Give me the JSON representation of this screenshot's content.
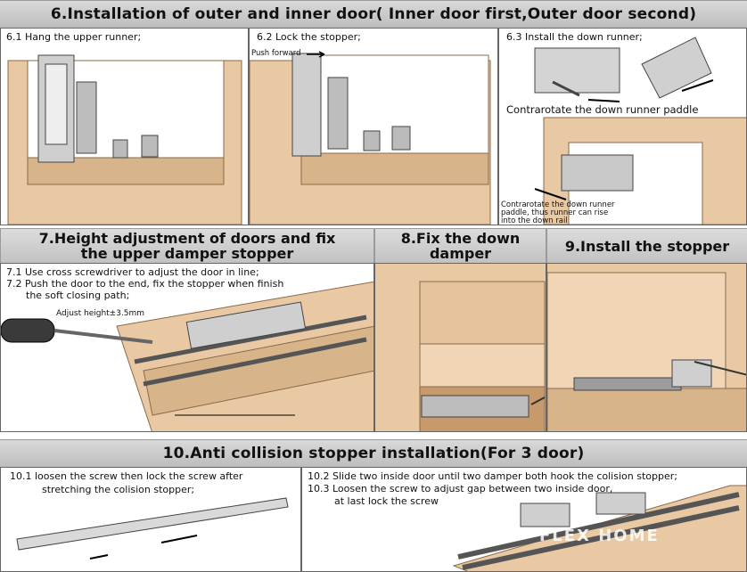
{
  "section6": {
    "title": "6.Installation of outer and inner door( Inner door first,Outer door second)",
    "step1": "6.1 Hang the upper runner;",
    "step2": "6.2 Lock the stopper;",
    "push_label": "Push forward",
    "step3": "6.3 Install the down runner;",
    "paddle_label": "Contrarotate the down runner paddle",
    "note_lines": [
      "Contrarotate the down runner",
      "paddle, thus runner can rise",
      "into the down rail"
    ]
  },
  "section7": {
    "title_line1": "7.Height adjustment of doors and fix",
    "title_line2": "the upper damper stopper",
    "step1": "7.1 Use cross screwdriver to adjust the door in line;",
    "step2": "7.2 Push the door to the end, fix the stopper when finish",
    "step2b": "the soft closing path;",
    "adjust_label": "Adjust height±3.5mm"
  },
  "section8": {
    "title": "8.Fix the down damper"
  },
  "section9": {
    "title": "9.Install the stopper"
  },
  "section10": {
    "title": "10.Anti collision stopper installation(For 3 door)",
    "step1a": "10.1 loosen the screw then lock the screw after",
    "step1b": "stretching the colision stopper;",
    "step2": "10.2 Slide two inside door until two damper both hook the colision stopper;",
    "step3a": "10.3 Loosen the screw to adjust gap between two inside door,",
    "step3b": "at last lock the screw",
    "watermark": "FLEX HOME"
  },
  "colors": {
    "wood": "#e9c9a3",
    "wood_dark": "#c79a6c",
    "metal": "#b9b9b9",
    "band": "#cfcfcf"
  }
}
